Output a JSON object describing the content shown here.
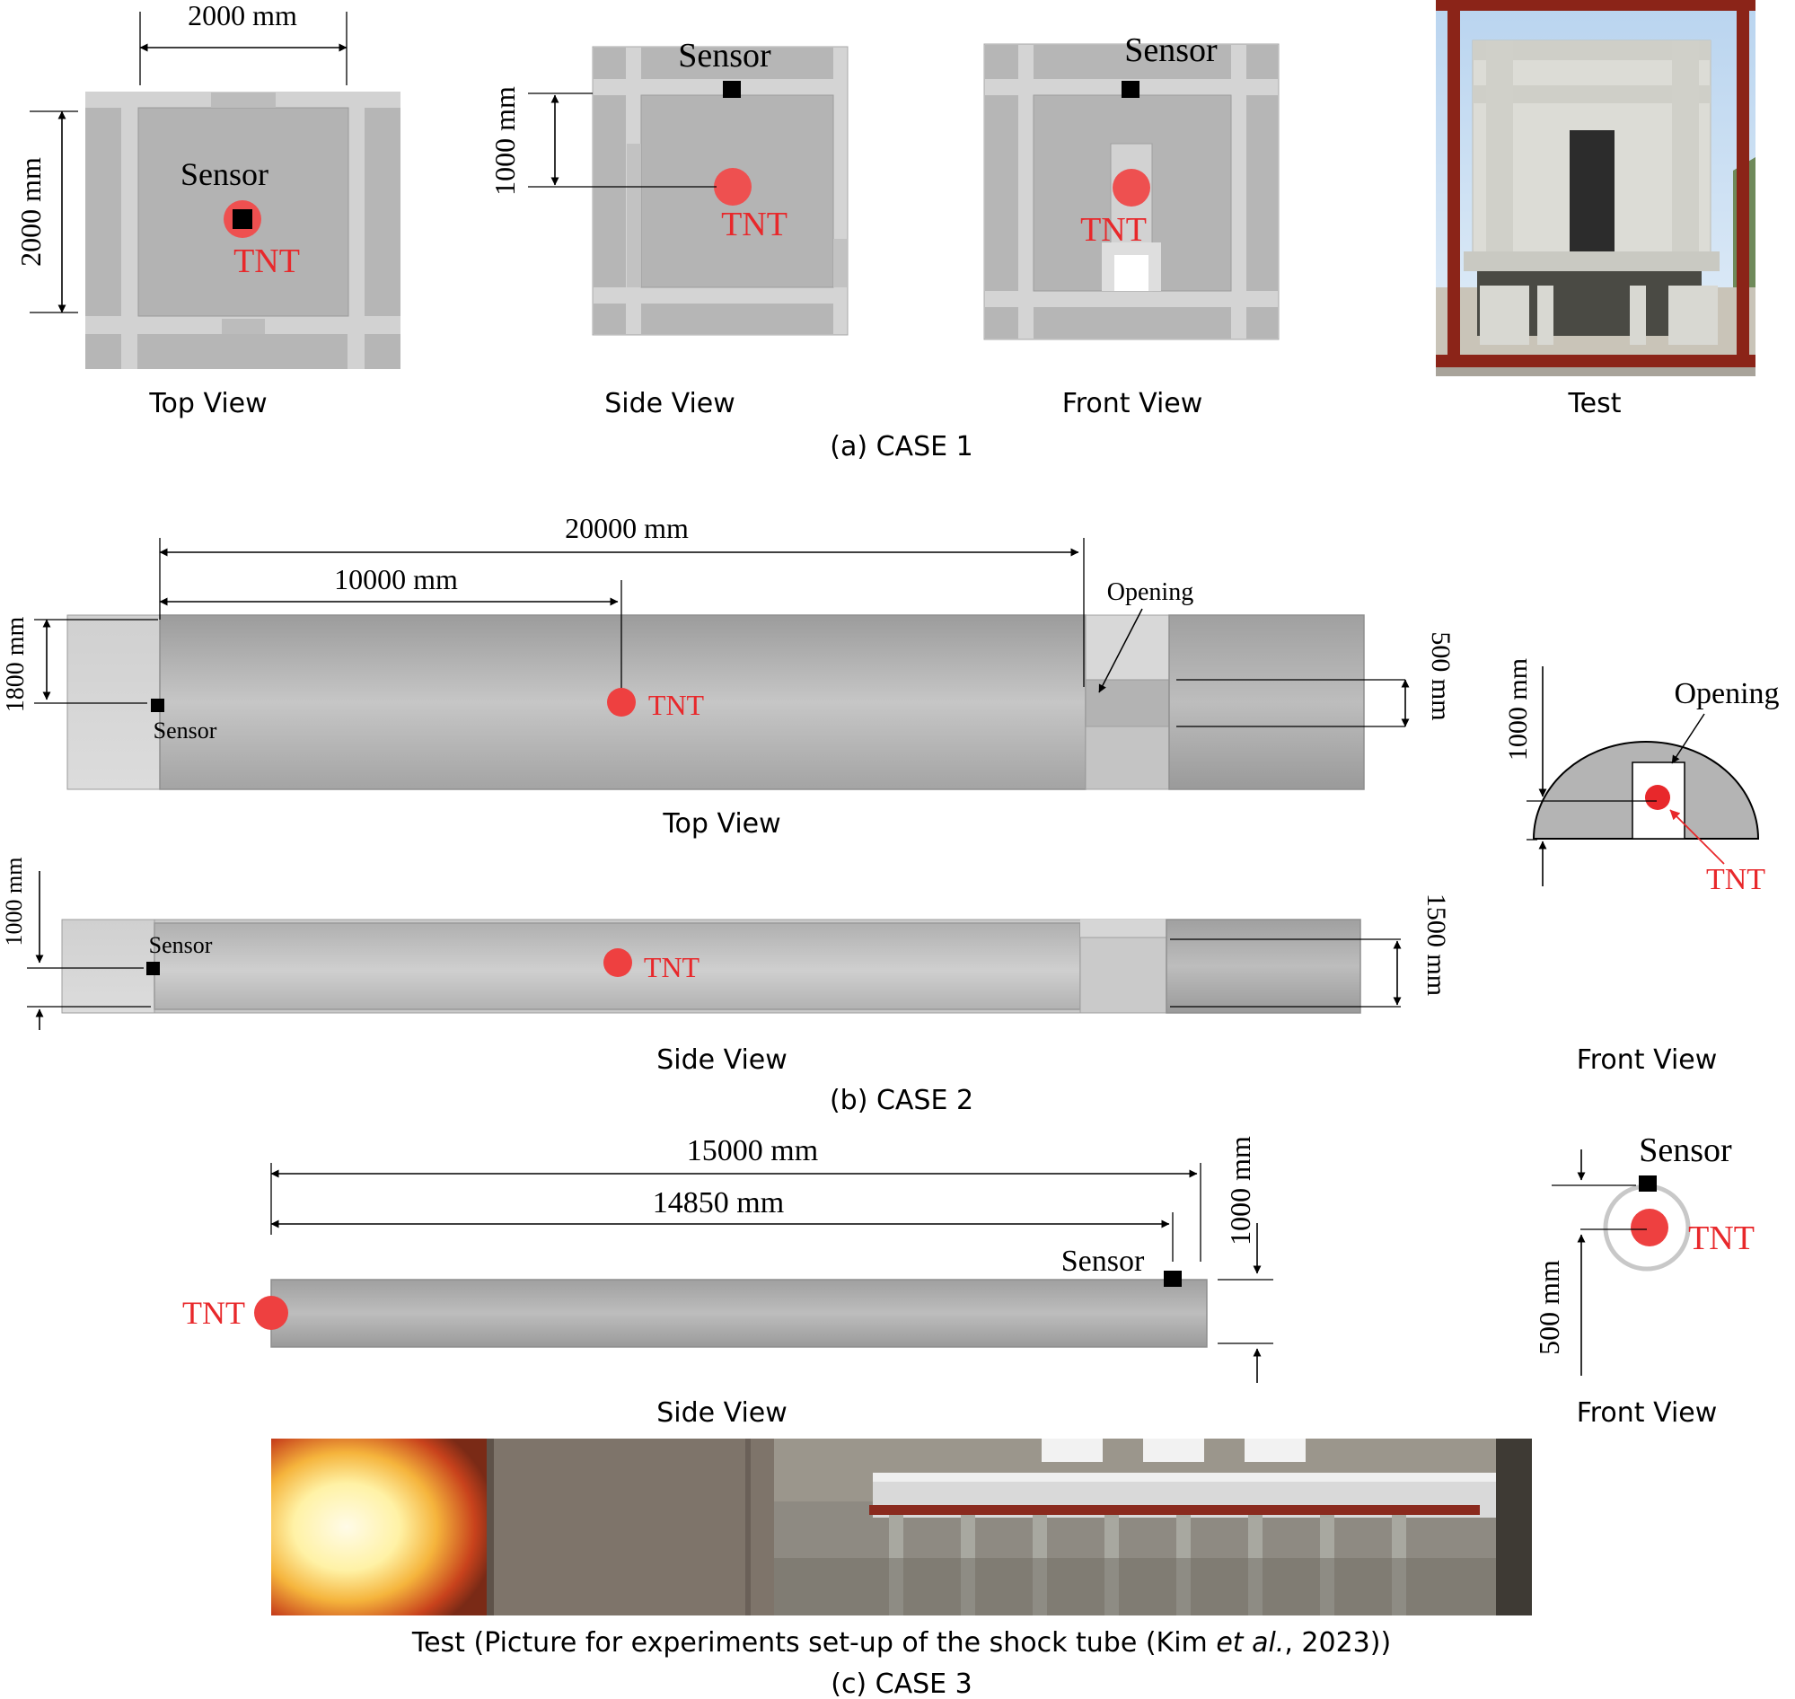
{
  "case1": {
    "caption": "(a) CASE 1",
    "top_view": {
      "dim_width": "2000 mm",
      "dim_height": "2000 mm",
      "sensor": "Sensor",
      "tnt": "TNT",
      "caption": "Top View"
    },
    "side_view": {
      "dim_height": "1000 mm",
      "sensor": "Sensor",
      "tnt": "TNT",
      "caption": "Side View"
    },
    "front_view": {
      "sensor": "Sensor",
      "tnt": "TNT",
      "caption": "Front View"
    },
    "test": {
      "caption": "Test"
    }
  },
  "case2": {
    "caption": "(b) CASE 2",
    "top_view": {
      "dim_total": "20000 mm",
      "dim_half": "10000 mm",
      "dim_width": "1800 mm",
      "dim_opening": "500 mm",
      "opening": "Opening",
      "sensor": "Sensor",
      "tnt": "TNT",
      "caption": "Top View"
    },
    "side_view": {
      "dim_height": "1000 mm",
      "dim_opening": "1500 mm",
      "sensor": "Sensor",
      "tnt": "TNT",
      "caption": "Side View"
    },
    "front_view": {
      "dim_height": "1000 mm",
      "opening": "Opening",
      "tnt": "TNT",
      "caption": "Front View"
    }
  },
  "case3": {
    "caption": "(c) CASE 3",
    "side_view": {
      "dim_total": "15000 mm",
      "dim_sensor": "14850 mm",
      "dim_height": "1000 mm",
      "sensor": "Sensor",
      "tnt": "TNT",
      "caption": "Side View"
    },
    "front_view": {
      "sensor": "Sensor",
      "tnt": "TNT",
      "dim_height": "500 mm",
      "caption": "Front View"
    },
    "test": {
      "caption_prefix": "Test (Picture for experiments set-up of the shock tube (Kim ",
      "caption_italic": "et al.",
      "caption_suffix": ", 2023))"
    }
  },
  "colors": {
    "tnt": "#e8282b",
    "concrete": "#b4b4b4",
    "frame": "#8b2418"
  }
}
